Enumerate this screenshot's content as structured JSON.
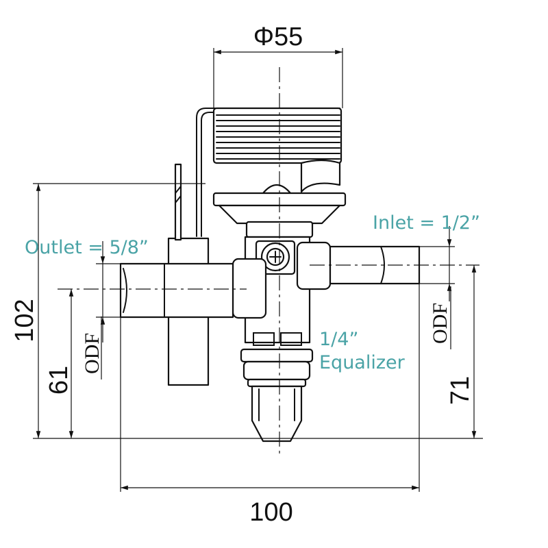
{
  "dimensions": {
    "diameter": "Φ55",
    "overall_height": "102",
    "outlet_height": "61",
    "inlet_height": "71",
    "overall_width": "100"
  },
  "labels": {
    "inlet": "Inlet = 1/2”",
    "outlet": "Outlet = 5/8”",
    "equalizer_size": "1/4”",
    "equalizer_name": "Equalizer",
    "odf_left": "ODF",
    "odf_right": "ODF"
  },
  "colors": {
    "label": "#4aa3a6",
    "line": "#111111"
  }
}
